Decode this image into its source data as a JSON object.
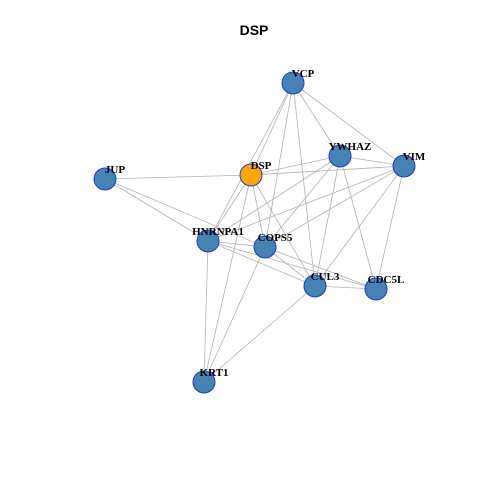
{
  "title": "DSP",
  "colors": {
    "default_node": "#4682b4",
    "highlight_node": "#ffa500",
    "node_border": "#1a3fc2",
    "edge": "#b3b3b3"
  },
  "nodes": [
    {
      "id": "VCP",
      "label": "VCP",
      "highlight": false
    },
    {
      "id": "YWHAZ",
      "label": "YWHAZ",
      "highlight": false
    },
    {
      "id": "VIM",
      "label": "VIM",
      "highlight": false
    },
    {
      "id": "DSP",
      "label": "DSP",
      "highlight": true
    },
    {
      "id": "JUP",
      "label": "JUP",
      "highlight": false
    },
    {
      "id": "HNRNPA1",
      "label": "HNRNPA1",
      "highlight": false
    },
    {
      "id": "COPS5",
      "label": "COPS5",
      "highlight": false
    },
    {
      "id": "CUL3",
      "label": "CUL3",
      "highlight": false
    },
    {
      "id": "CDC5L",
      "label": "CDC5L",
      "highlight": false
    },
    {
      "id": "KRT1",
      "label": "KRT1",
      "highlight": false
    }
  ],
  "edges": [
    [
      "VCP",
      "YWHAZ"
    ],
    [
      "VCP",
      "VIM"
    ],
    [
      "VCP",
      "DSP"
    ],
    [
      "VCP",
      "HNRNPA1"
    ],
    [
      "VCP",
      "COPS5"
    ],
    [
      "VCP",
      "CUL3"
    ],
    [
      "YWHAZ",
      "VIM"
    ],
    [
      "YWHAZ",
      "DSP"
    ],
    [
      "YWHAZ",
      "HNRNPA1"
    ],
    [
      "YWHAZ",
      "COPS5"
    ],
    [
      "YWHAZ",
      "CUL3"
    ],
    [
      "YWHAZ",
      "CDC5L"
    ],
    [
      "VIM",
      "DSP"
    ],
    [
      "VIM",
      "HNRNPA1"
    ],
    [
      "VIM",
      "COPS5"
    ],
    [
      "VIM",
      "CUL3"
    ],
    [
      "VIM",
      "CDC5L"
    ],
    [
      "JUP",
      "DSP"
    ],
    [
      "JUP",
      "HNRNPA1"
    ],
    [
      "JUP",
      "COPS5"
    ],
    [
      "DSP",
      "HNRNPA1"
    ],
    [
      "DSP",
      "COPS5"
    ],
    [
      "DSP",
      "CUL3"
    ],
    [
      "DSP",
      "KRT1"
    ],
    [
      "HNRNPA1",
      "COPS5"
    ],
    [
      "HNRNPA1",
      "CUL3"
    ],
    [
      "HNRNPA1",
      "CDC5L"
    ],
    [
      "HNRNPA1",
      "KRT1"
    ],
    [
      "COPS5",
      "CUL3"
    ],
    [
      "COPS5",
      "CDC5L"
    ],
    [
      "COPS5",
      "KRT1"
    ],
    [
      "CUL3",
      "CDC5L"
    ],
    [
      "CUL3",
      "KRT1"
    ]
  ]
}
